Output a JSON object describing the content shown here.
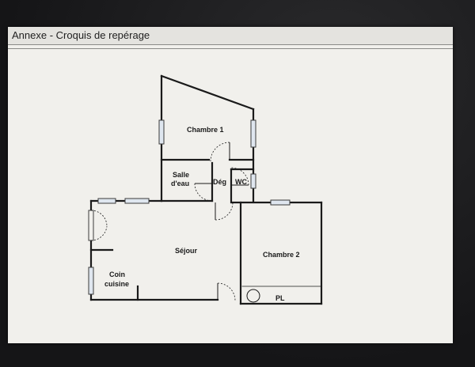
{
  "header": {
    "title": "Annexe - Croquis de repérage"
  },
  "rooms": {
    "chambre1": "Chambre 1",
    "salle_line1": "Salle",
    "salle_line2": "d'eau",
    "deg": "Dég",
    "wc": "WC",
    "sejour": "Séjour",
    "chambre2": "Chambre 2",
    "coin_line1": "Coin",
    "coin_line2": "cuisine",
    "pl": "PL"
  }
}
